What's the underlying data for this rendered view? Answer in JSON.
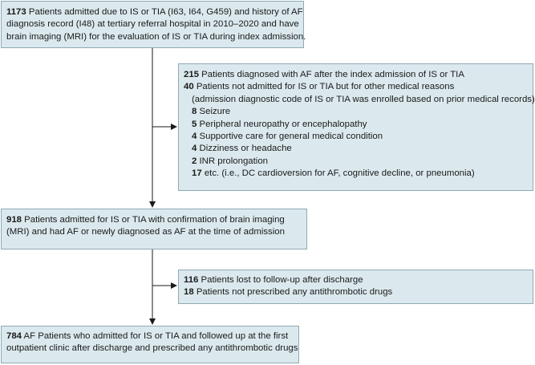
{
  "top_box": {
    "lines": [
      {
        "num": "1173",
        "text": " Patients admitted due to IS or TIA (I63, I64, G459) and history of AF"
      },
      {
        "num": "",
        "text": "diagnosis record (I48) at tertiary referral hospital in 2010–2020 and have"
      },
      {
        "num": "",
        "text": "brain imaging (MRI) for the evaluation of IS or TIA during index admission."
      }
    ]
  },
  "exclusion_1": {
    "lines": [
      {
        "num": "215",
        "text": " Patients diagnosed with AF after the index admission of IS or TIA"
      },
      {
        "num": "40",
        "text": " Patients not admitted for IS or TIA but for other medical reasons"
      },
      {
        "num": "",
        "text": "(admission diagnostic code of IS or TIA was enrolled based on prior medical records)"
      },
      {
        "num": "8",
        "text": " Seizure"
      },
      {
        "num": "5",
        "text": " Peripheral neuropathy or encephalopathy"
      },
      {
        "num": "4",
        "text": " Supportive care for general medical condition"
      },
      {
        "num": "4",
        "text": " Dizziness or headache"
      },
      {
        "num": "2",
        "text": " INR prolongation"
      },
      {
        "num": "17",
        "text": " etc. (i.e., DC cardioversion for AF, cognitive decline, or pneumonia)"
      }
    ]
  },
  "middle_box": {
    "lines": [
      {
        "num": "918",
        "text": " Patients admitted for IS or TIA with confirmation of brain imaging"
      },
      {
        "num": "",
        "text": "(MRI) and had AF or newly diagnosed as AF at the time of admission"
      }
    ]
  },
  "exclusion_2": {
    "lines": [
      {
        "num": "116",
        "text": " Patients lost to follow-up after discharge"
      },
      {
        "num": "18",
        "text": " Patients not prescribed any antithrombotic drugs"
      }
    ]
  },
  "final_box": {
    "lines": [
      {
        "num": "784",
        "text": " AF Patients who admitted for IS or TIA and followed up at the first"
      },
      {
        "num": "",
        "text": "outpatient clinic after discharge and prescribed any antithrombotic drugs"
      }
    ]
  }
}
